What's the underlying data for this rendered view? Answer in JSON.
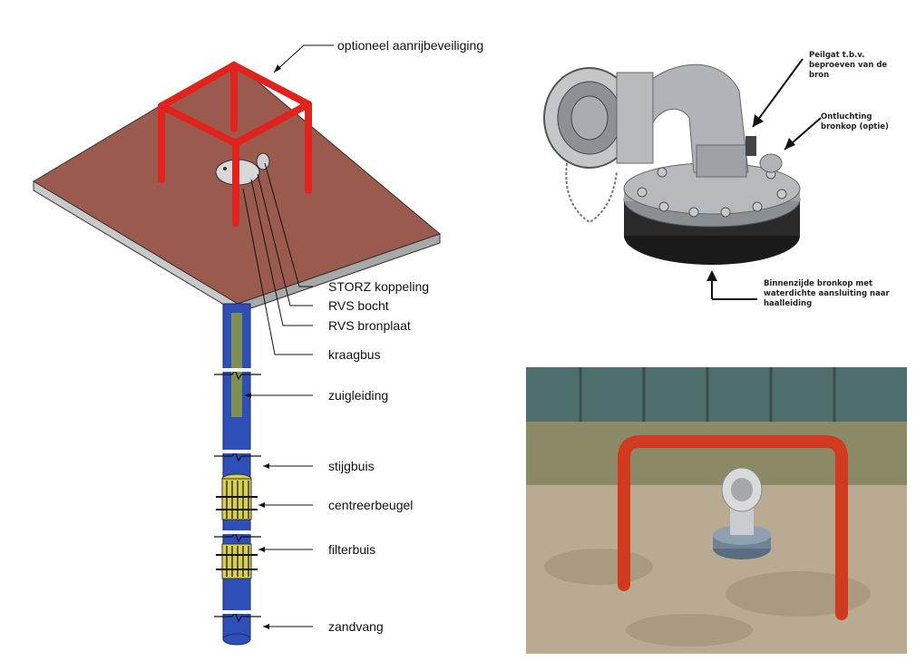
{
  "diagram": {
    "labels": {
      "guard": "optioneel aanrijbeveiliging",
      "storz": "STORZ koppeling",
      "bend": "RVS bocht",
      "plate": "RVS bronplaat",
      "collar": "kraagbus",
      "suction": "zuigleiding",
      "riser": "stijgbuis",
      "centering": "centreerbeugel",
      "filter": "filterbuis",
      "sandtrap": "zandvang"
    }
  },
  "photo_wellhead": {
    "notes": {
      "dip_hole": "Peilgat t.b.v. beproeven van de bron",
      "vent": "Ontluchting bronkop (optie)",
      "inside": "Binnenzijde bronkop met waterdichte aansluiting naar haalleiding"
    }
  },
  "colors": {
    "guard_red": "#e0231c",
    "platform": "#9b5a4e",
    "pipe_blue": "#2f4fb8",
    "suction_green": "#7f8f4f",
    "filter_yellow": "#d8d04a"
  }
}
